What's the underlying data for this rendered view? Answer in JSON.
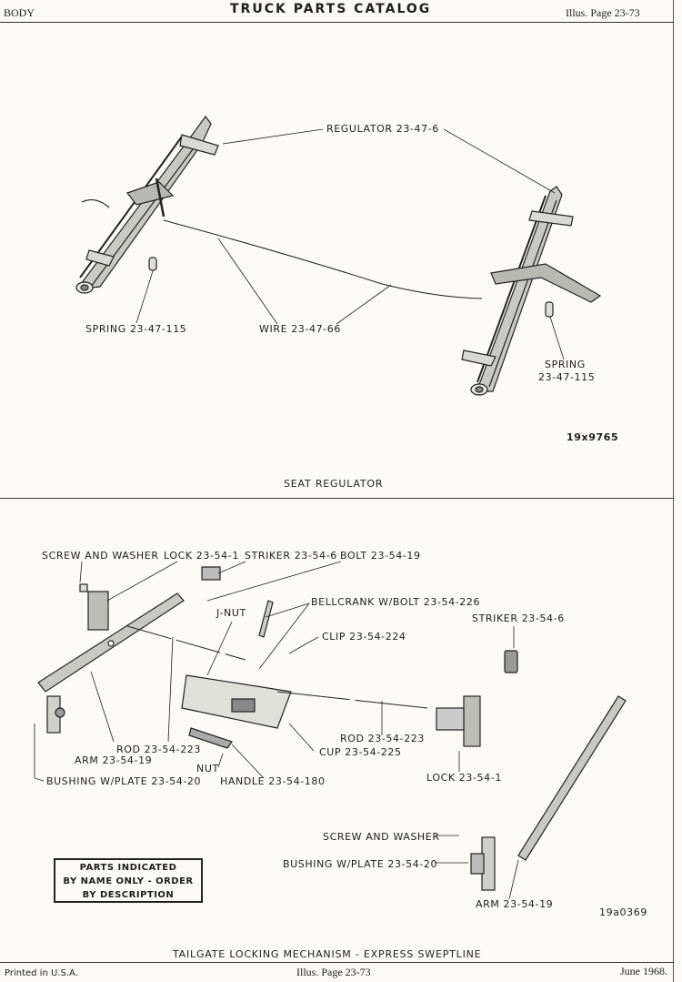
{
  "header": {
    "section": "BODY",
    "title": "TRUCK PARTS CATALOG",
    "page_ref": "Illus. Page 23-73"
  },
  "seat_regulator": {
    "labels": {
      "regulator": "REGULATOR 23-47-6",
      "spring_left": "SPRING 23-47-115",
      "wire": "WIRE 23-47-66",
      "spring_right_1": "SPRING",
      "spring_right_2": "23-47-115",
      "figure_number": "19x9765"
    },
    "caption": "SEAT REGULATOR"
  },
  "tailgate": {
    "labels": {
      "screw_washer_top": "SCREW AND WASHER",
      "lock_top": "LOCK 23-54-1",
      "striker_top": "STRIKER 23-54-6",
      "bolt": "BOLT 23-54-19",
      "bellcrank": "BELLCRANK W/BOLT 23-54-226",
      "jnut": "J-NUT",
      "clip": "CLIP 23-54-224",
      "striker_right": "STRIKER 23-54-6",
      "rod_left": "ROD 23-54-223",
      "arm_left": "ARM 23-54-19",
      "rod_right": "ROD 23-54-223",
      "cup": "CUP 23-54-225",
      "nut": "NUT",
      "bushing_left": "BUSHING W/PLATE 23-54-20",
      "handle": "HANDLE 23-54-180",
      "lock_right": "LOCK 23-54-1",
      "screw_washer_right": "SCREW AND WASHER",
      "bushing_right": "BUSHING W/PLATE 23-54-20",
      "arm_right": "ARM 23-54-19",
      "figure_number": "19a0369"
    },
    "note": [
      "PARTS INDICATED",
      "BY NAME ONLY - ORDER",
      "BY DESCRIPTION"
    ],
    "caption": "TAILGATE LOCKING MECHANISM - EXPRESS SWEPTLINE"
  },
  "footer": {
    "printed": "Printed in U.S.A.",
    "page_ref": "Illus. Page 23-73",
    "date": "June 1968."
  }
}
